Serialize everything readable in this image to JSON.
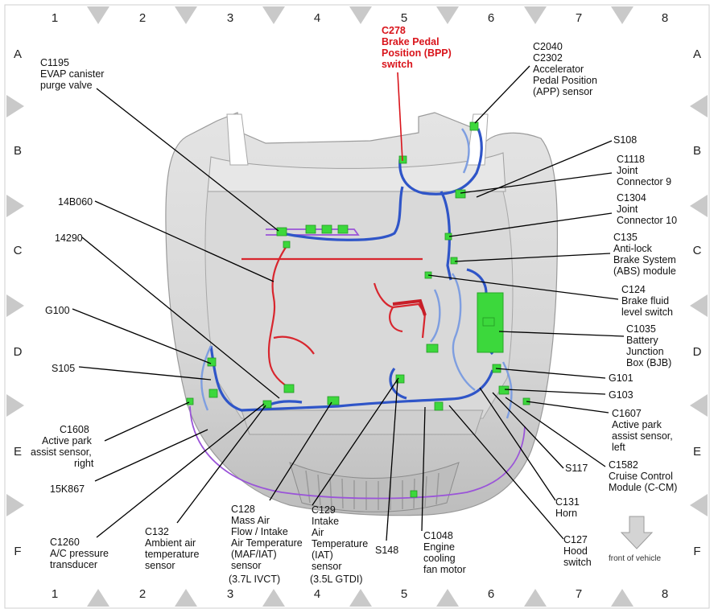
{
  "grid": {
    "columns": [
      "1",
      "2",
      "3",
      "4",
      "5",
      "6",
      "7",
      "8"
    ],
    "rows": [
      "A",
      "B",
      "C",
      "D",
      "E",
      "F"
    ]
  },
  "colors": {
    "harness_red": "#d8262e",
    "harness_blue": "#2f55c8",
    "harness_purple": "#9a54d8",
    "connector_green": "#3cd83c",
    "highlight_red": "#d9141b"
  },
  "labels": {
    "bpp": [
      "C278",
      "Brake Pedal",
      "Position (BPP)",
      "switch"
    ],
    "app": [
      "C2040",
      "C2302",
      "Accelerator",
      "Pedal Position",
      "(APP) sensor"
    ],
    "c1195": [
      "C1195",
      "EVAP canister",
      "purge valve"
    ],
    "s108": [
      "S108"
    ],
    "c1118": [
      "C1118",
      "Joint",
      "Connector 9"
    ],
    "c1304": [
      "C1304",
      "Joint",
      "Connector 10"
    ],
    "c135": [
      "C135",
      "Anti-lock",
      "Brake System",
      "(ABS) module"
    ],
    "c124": [
      "C124",
      "Brake fluid",
      "level switch"
    ],
    "c1035": [
      "C1035",
      "Battery",
      "Junction",
      "Box (BJB)"
    ],
    "g101": [
      "G101"
    ],
    "g103": [
      "G103"
    ],
    "c1607": [
      "C1607",
      "Active park",
      "assist sensor,",
      "left"
    ],
    "s117": [
      "S117"
    ],
    "c1582": [
      "C1582",
      "Cruise Control",
      "Module (C-CM)"
    ],
    "c131": [
      "C131",
      "Horn"
    ],
    "c127": [
      "C127",
      "Hood",
      "switch"
    ],
    "c1048": [
      "C1048",
      "Engine",
      "cooling",
      "fan motor"
    ],
    "s148": [
      "S148"
    ],
    "c129": [
      "C129",
      "Intake",
      "Air",
      "Temperature",
      "(IAT)",
      "sensor",
      "(3.5L GTDI)"
    ],
    "c128": [
      "C128",
      "Mass Air",
      "Flow / Intake",
      "Air Temperature",
      "(MAF/IAT)",
      "sensor",
      "(3.7L IVCT)"
    ],
    "c132": [
      "C132",
      "Ambient air",
      "temperature",
      "sensor"
    ],
    "c1260": [
      "C1260",
      "A/C pressure",
      "transducer"
    ],
    "k15k867": [
      "15K867"
    ],
    "c1608": [
      "C1608",
      "Active park",
      "assist sensor,",
      "right"
    ],
    "s105": [
      "S105"
    ],
    "g100": [
      "G100"
    ],
    "n14290": [
      "14290"
    ],
    "n14b060": [
      "14B060"
    ]
  },
  "front_of_vehicle": "front of vehicle",
  "icons": {
    "front_arrow": "down-arrow-icon"
  }
}
